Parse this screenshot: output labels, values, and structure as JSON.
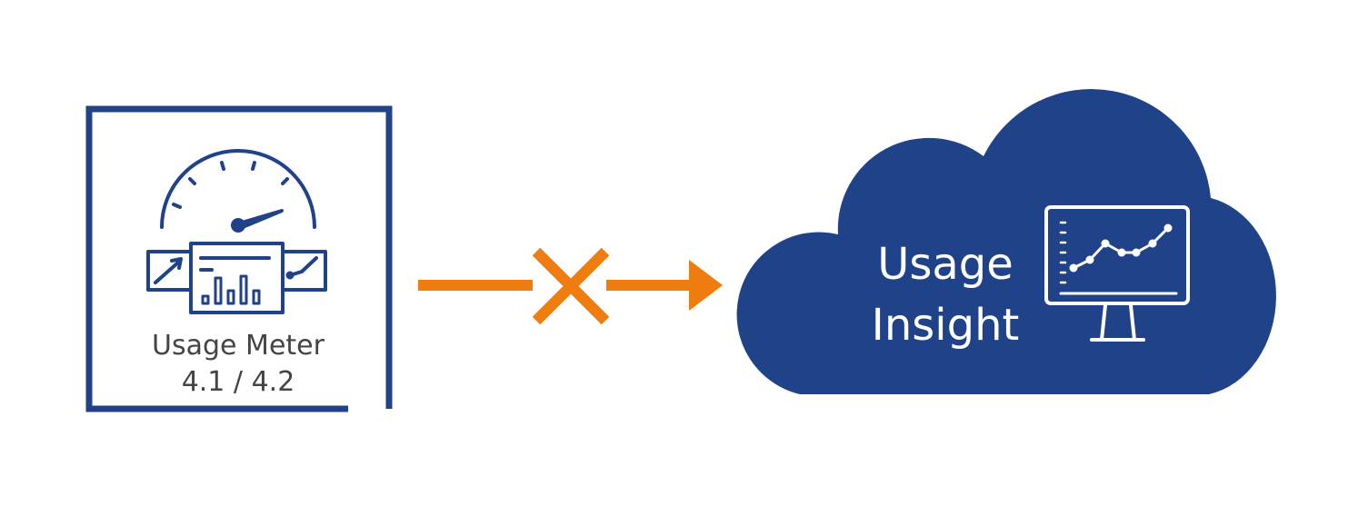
{
  "usage_meter": {
    "name": "Usage Meter",
    "version": "4.1 / 4.2"
  },
  "usage_insight": {
    "line1": "Usage",
    "line2": "Insight"
  },
  "colors": {
    "navy": "#1f4289",
    "orange": "#ee7c0e",
    "text_gray": "#444444",
    "white": "#ffffff"
  },
  "icons": {
    "meter": "gauge-dashboard-icon",
    "connection": "blocked-arrow-icon",
    "cloud": "cloud-icon",
    "monitor": "line-chart-monitor-icon"
  }
}
